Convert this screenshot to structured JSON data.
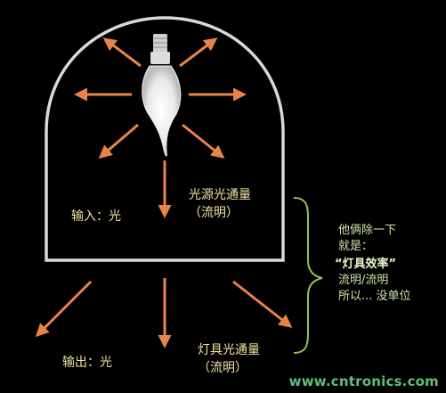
{
  "colors": {
    "arrow": "#e8844a",
    "dome": "#d9d9d9",
    "label": "#f2e3a0",
    "brace": "#8fbf5a",
    "watermark": "#5fbf7a"
  },
  "labels": {
    "input": "输入：光",
    "source_flux_1": "光源光通量",
    "source_flux_2": "（流明）",
    "output": "输出：光",
    "fixture_flux_1": "灯具光通量",
    "fixture_flux_2": "（流明）"
  },
  "note": {
    "line1": "他俩除一下",
    "line2": "就是：",
    "line3": "“灯具效率”",
    "line4": "流明/流明",
    "line5": "所以... 没单位"
  },
  "watermark": "www.cntronics.com",
  "icons": {
    "bulb": "candle-bulb-icon",
    "arrows": "arrow-icon"
  }
}
